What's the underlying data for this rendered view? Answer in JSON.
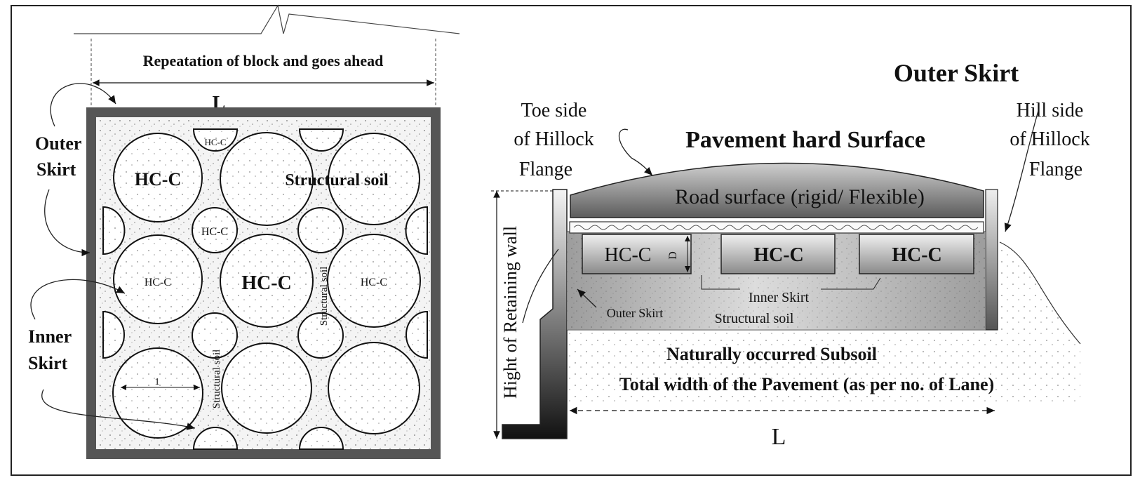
{
  "left_panel": {
    "repetition_label": "Repeatation of block and goes ahead",
    "length_label": "L",
    "outer_skirt_label": [
      "Outer",
      "Skirt"
    ],
    "inner_skirt_label": [
      "Inner",
      "Skirt"
    ],
    "hc_c_small": "HC-C",
    "hc_c_large": "HC-C",
    "structural_soil": "Structural soil",
    "structural_soil_vertical": "Structural soil",
    "diameter_label": "1"
  },
  "right_panel": {
    "outer_skirt_title": "Outer Skirt",
    "pavement_surface": "Pavement hard Surface",
    "toe_side_label": [
      "Toe side",
      "of Hillock",
      "Flange"
    ],
    "hill_side_label": [
      "Hill side",
      "of Hillock",
      "Flange"
    ],
    "road_surface": "Road surface (rigid/ Flexible)",
    "hc_c_blocks": [
      "HC-C",
      "HC-C",
      "HC-C"
    ],
    "depth_label": "D",
    "inner_skirt": "Inner Skirt",
    "outer_skirt": "Outer Skirt",
    "structural_soil": "Structural soil",
    "subsoil": "Naturally occurred  Subsoil",
    "total_width": "Total width of the Pavement (as per no. of Lane)",
    "retaining_wall": "Hight of Retaining wall",
    "length_label": "L"
  }
}
